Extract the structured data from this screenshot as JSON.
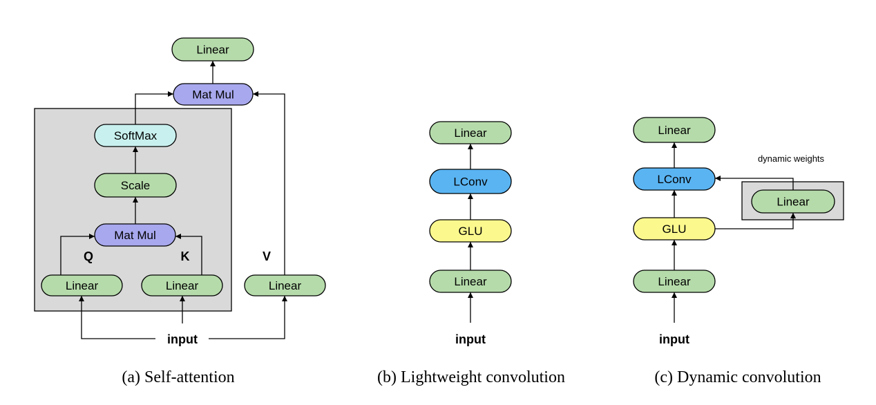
{
  "colors": {
    "linear": "#b5dbaa",
    "matmul": "#a8a8ee",
    "softmax": "#c8f0ee",
    "scale": "#b5dbaa",
    "lconv": "#5ab4f2",
    "glu": "#fbf88e",
    "group_box": "#d9d9d9"
  },
  "panel_a": {
    "caption": "(a) Self-attention",
    "nodes": {
      "linear_top": "Linear",
      "matmul_top": "Mat Mul",
      "softmax": "SoftMax",
      "scale": "Scale",
      "matmul_inner": "Mat Mul",
      "linear_q": "Linear",
      "linear_k": "Linear",
      "linear_v": "Linear"
    },
    "labels": {
      "q": "Q",
      "k": "K",
      "v": "V",
      "input": "input"
    }
  },
  "panel_b": {
    "caption": "(b) Lightweight convolution",
    "nodes": {
      "linear_top": "Linear",
      "lconv": "LConv",
      "glu": "GLU",
      "linear_bottom": "Linear"
    },
    "labels": {
      "input": "input"
    }
  },
  "panel_c": {
    "caption": "(c) Dynamic convolution",
    "nodes": {
      "linear_top": "Linear",
      "lconv": "LConv",
      "glu": "GLU",
      "linear_bottom": "Linear",
      "linear_dyn": "Linear"
    },
    "labels": {
      "input": "input",
      "dynamic_weights": "dynamic weights"
    }
  }
}
